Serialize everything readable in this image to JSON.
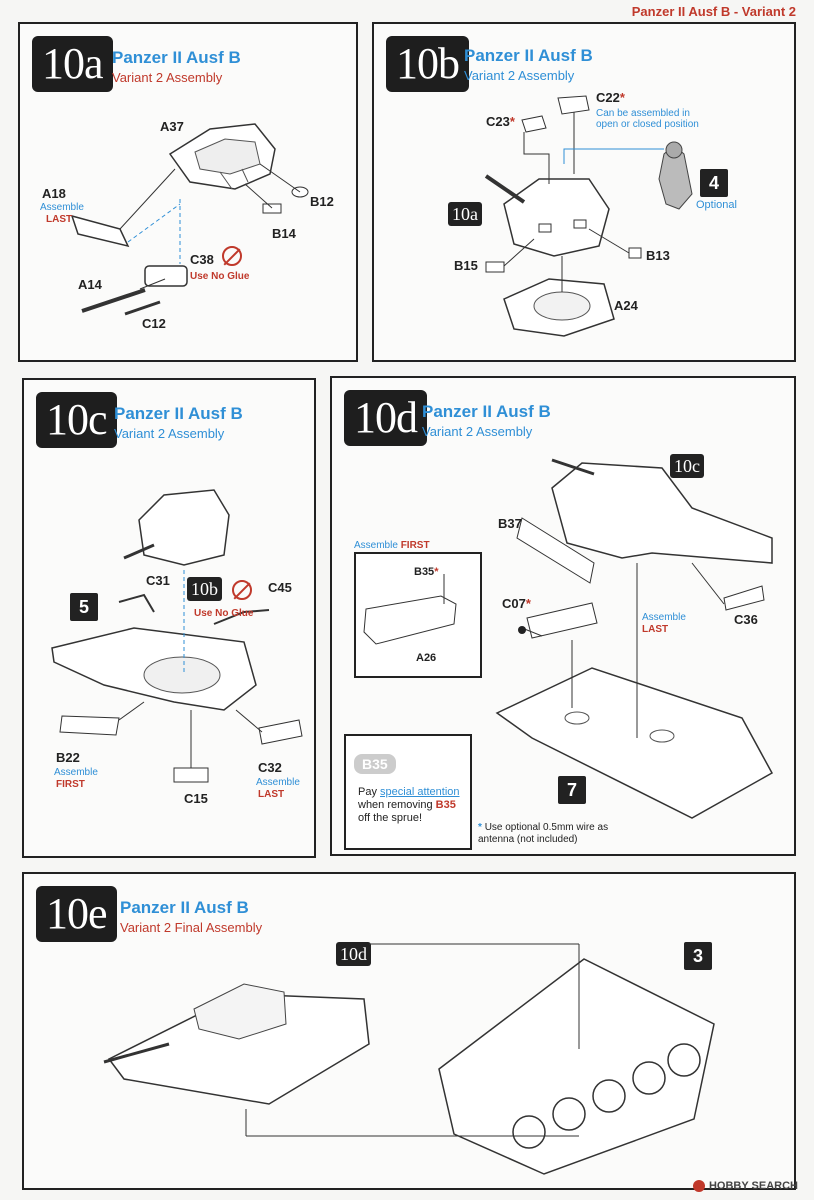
{
  "header": {
    "title": "Panzer II Ausf B - Variant 2"
  },
  "step10a": {
    "badge": "10a",
    "title": "Panzer II Ausf B",
    "subtitle": "Variant 2 Assembly",
    "parts": {
      "A37": "A37",
      "A18": "A18",
      "B12": "B12",
      "B14": "B14",
      "C38": "C38",
      "A14": "A14",
      "C12": "C12"
    },
    "a18_note1": "Assemble",
    "a18_note2": "LAST",
    "c38_note": "Use No Glue"
  },
  "step10b": {
    "badge": "10b",
    "title": "Panzer II Ausf B",
    "subtitle": "Variant 2 Assembly",
    "parts": {
      "C23": "C23",
      "C22": "C22",
      "B15": "B15",
      "B13": "B13",
      "A24": "A24"
    },
    "c22_note": "Can be assembled in open or closed position",
    "ref": "10a",
    "figure_num": "4",
    "figure_note": "Optional"
  },
  "step10c": {
    "badge": "10c",
    "title": "Panzer II Ausf B",
    "subtitle": "Variant 2 Assembly",
    "parts": {
      "C31": "C31",
      "C45": "C45",
      "B22": "B22",
      "C32": "C32",
      "C15": "C15"
    },
    "ref": "10b",
    "ref_note": "Use No Glue",
    "step": "5",
    "b22_note1": "Assemble",
    "b22_note2": "FIRST",
    "c32_note1": "Assemble",
    "c32_note2": "LAST"
  },
  "step10d": {
    "badge": "10d",
    "title": "Panzer II Ausf B",
    "subtitle": "Variant 2 Assembly",
    "ref": "10c",
    "parts": {
      "B37": "B37",
      "C07": "C07",
      "C36": "C36",
      "B35": "B35",
      "A26": "A26"
    },
    "inset_title1": "Assemble",
    "inset_title2": "FIRST",
    "c36_note1": "Assemble",
    "c36_note2": "LAST",
    "step": "7",
    "warn_part": "B35",
    "warn_line1": "Pay",
    "warn_link": "special attention",
    "warn_line2": "when removing",
    "warn_part2": "B35",
    "warn_line3": "off the sprue!",
    "footnote_star": "*",
    "footnote": "Use optional 0.5mm wire as antenna (not included)"
  },
  "step10e": {
    "badge": "10e",
    "title": "Panzer II Ausf B",
    "subtitle": "Variant 2 Final Assembly",
    "ref": "10d",
    "step": "3"
  },
  "watermark": "HOBBY SEARCH",
  "colors": {
    "accent_blue": "#2f8fd6",
    "accent_red": "#c0392b",
    "badge_bg": "#1e1e1e"
  }
}
